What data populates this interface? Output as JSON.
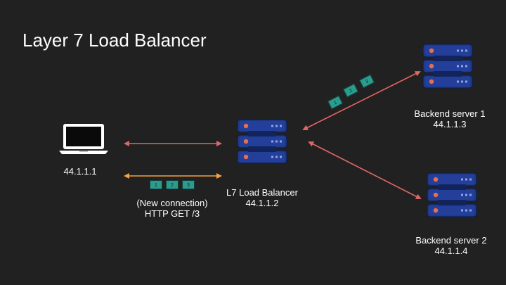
{
  "title": "Layer 7 Load Balancer",
  "client": {
    "ip": "44.1.1.1"
  },
  "connection": {
    "line1": "(New connection)",
    "line2": "HTTP GET /3"
  },
  "load_balancer": {
    "name": "L7 Load Balancer",
    "ip": "44.1.1.2"
  },
  "backend1": {
    "name": "Backend server 1",
    "ip": "44.1.1.3"
  },
  "backend2": {
    "name": "Backend server 2",
    "ip": "44.1.1.4"
  },
  "packets_bottom": [
    "1",
    "2",
    "3"
  ],
  "packets_diagonal": [
    "1",
    "2",
    "3"
  ],
  "colors": {
    "background": "#212121",
    "server_body": "#1e3a8a",
    "server_accent": "#e76f51",
    "arrow_red": "#e06666",
    "arrow_orange": "#f4a142",
    "packet": "#2a9d8f"
  },
  "icons": [
    "laptop-icon",
    "server-icon"
  ]
}
